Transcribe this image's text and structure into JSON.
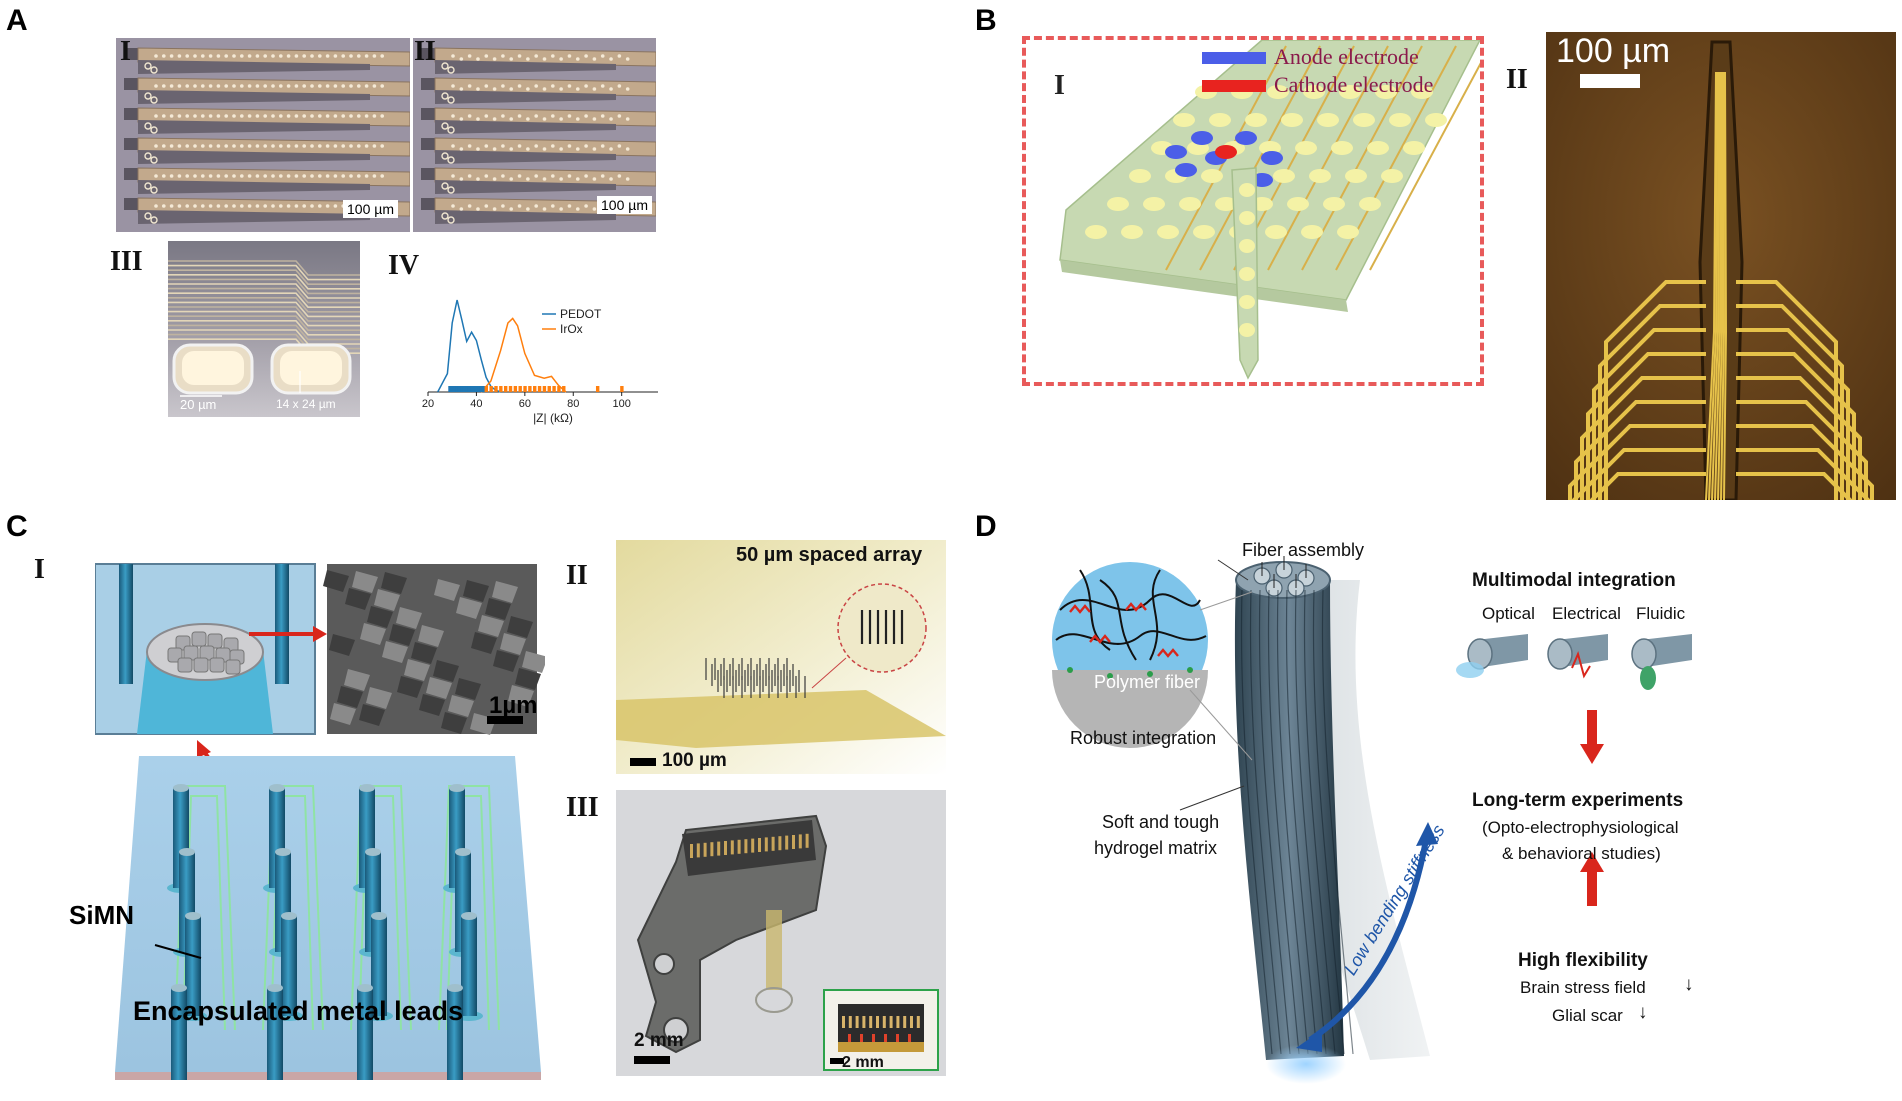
{
  "panels": {
    "A": {
      "letter": "A",
      "sub": {
        "I": "I",
        "II": "II",
        "III": "III",
        "IV": "IV"
      },
      "scale_I": "100 µm",
      "scale_II": "100 µm",
      "scale_III_left": "20 µm",
      "scale_III_right": "14 x 24 µm",
      "chart_IV": {
        "xlabel": "|Z| (kΩ)",
        "legend": [
          "PEDOT",
          "IrOx"
        ],
        "colors": {
          "PEDOT": "#1f77b4",
          "IrOx": "#ff7f0e"
        }
      }
    },
    "B": {
      "letter": "B",
      "sub": {
        "I": "I",
        "II": "II"
      },
      "legend_anode": "Anode electrode",
      "legend_cathode": "Cathode electrode",
      "colors": {
        "anode": "#4b5ee8",
        "cathode": "#e8231f",
        "frame": "#e85a5a"
      },
      "scale_II": "100 µm"
    },
    "C": {
      "letter": "C",
      "sub": {
        "I": "I",
        "II": "II",
        "III": "III"
      },
      "scale_sem": "1µm",
      "label_simn": "SiMN",
      "label_leads": "Encapsulated metal leads",
      "II_title": "50 µm spaced array",
      "II_scale": "100 µm",
      "III_scale_main": "2 mm",
      "III_scale_inset": "2 mm"
    },
    "D": {
      "letter": "D",
      "fiber_assembly": "Fiber assembly",
      "polymer_fiber": "Polymer fiber",
      "robust_integration": "Robust integration",
      "soft_tough_1": "Soft and tough",
      "soft_tough_2": "hydrogel matrix",
      "low_bending": "Low bending stiffness",
      "multimodal_title": "Multimodal integration",
      "modes": [
        "Optical",
        "Electrical",
        "Fluidic"
      ],
      "long_term_title": "Long-term experiments",
      "long_term_1": "(Opto-electrophysiological",
      "long_term_2": "& behavioral studies)",
      "high_flex_title": "High flexibility",
      "brain_stress": "Brain stress field",
      "glial_scar": "Glial scar"
    }
  },
  "chart_data": {
    "type": "area",
    "title": "",
    "xlabel": "|Z| (kΩ)",
    "ylabel": "",
    "xlim": [
      20,
      115
    ],
    "xticks": [
      20,
      40,
      60,
      80,
      100
    ],
    "series": [
      {
        "name": "PEDOT",
        "x": [
          24,
          28,
          30,
          32,
          34,
          36,
          38,
          40,
          42,
          44,
          46,
          48,
          50
        ],
        "y": [
          0.0,
          0.2,
          0.75,
          1.0,
          0.78,
          0.55,
          0.65,
          0.56,
          0.35,
          0.16,
          0.06,
          0.02,
          0.0
        ]
      },
      {
        "name": "IrOx",
        "x": [
          42,
          46,
          50,
          53,
          55,
          57,
          60,
          64,
          68,
          71,
          74,
          77
        ],
        "y": [
          0.0,
          0.12,
          0.45,
          0.75,
          0.8,
          0.72,
          0.42,
          0.18,
          0.15,
          0.17,
          0.07,
          0.0
        ]
      }
    ],
    "rug": {
      "PEDOT": [
        29,
        30,
        31,
        32,
        33,
        34,
        35,
        36,
        37,
        38,
        39,
        40,
        41,
        42,
        43
      ],
      "IrOx": [
        44,
        46,
        48,
        50,
        52,
        54,
        56,
        58,
        60,
        62,
        64,
        66,
        68,
        70,
        72,
        74,
        76,
        90,
        100
      ]
    }
  }
}
